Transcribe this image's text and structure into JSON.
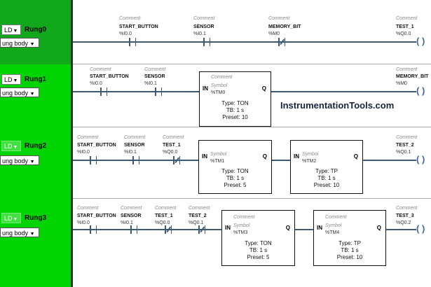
{
  "watermark": "InstrumentationTools.com",
  "comment": "Comment",
  "symbol": "Symbol",
  "in": "IN",
  "q": "Q",
  "coil": "( )",
  "rungs": [
    {
      "lang": "LD",
      "title": "Rung0",
      "body": "ung body",
      "contacts": [
        {
          "label": "START_BUTTON",
          "addr": "%I0.0"
        },
        {
          "label": "SENSOR",
          "addr": "%I0.1"
        },
        {
          "label": "MEMORY_BIT",
          "addr": "%M0"
        }
      ],
      "coil": {
        "label": "TEST_1",
        "addr": "%Q0.0"
      }
    },
    {
      "lang": "LD",
      "title": "Rung1",
      "body": "ung body",
      "contacts": [
        {
          "label": "START_BUTTON",
          "addr": "%I0.0"
        },
        {
          "label": "SENSOR",
          "addr": "%I0.1"
        }
      ],
      "blocks": [
        {
          "tm": "%TM0",
          "type": "Type: TON",
          "tb": "TB: 1 s",
          "preset": "Preset: 10"
        }
      ],
      "coil": {
        "label": "MEMORY_BIT",
        "addr": "%M0"
      }
    },
    {
      "lang": "LD",
      "title": "Rung2",
      "body": "ung body",
      "contacts": [
        {
          "label": "START_BUTTON",
          "addr": "%I0.0"
        },
        {
          "label": "SENSOR",
          "addr": "%I0.1"
        },
        {
          "label": "TEST_1",
          "addr": "%Q0.0"
        }
      ],
      "blocks": [
        {
          "tm": "%TM1",
          "type": "Type: TON",
          "tb": "TB: 1 s",
          "preset": "Preset: 5"
        },
        {
          "tm": "%TM2",
          "type": "Type: TP",
          "tb": "TB: 1 s",
          "preset": "Preset: 10"
        }
      ],
      "coil": {
        "label": "TEST_2",
        "addr": "%Q0.1"
      }
    },
    {
      "lang": "LD",
      "title": "Rung3",
      "body": "ung body",
      "contacts": [
        {
          "label": "START_BUTTON",
          "addr": "%I0.0"
        },
        {
          "label": "SENSOR",
          "addr": "%I0.1"
        },
        {
          "label": "TEST_1",
          "addr": "%Q0.0"
        },
        {
          "label": "TEST_2",
          "addr": "%Q0.1"
        }
      ],
      "blocks": [
        {
          "tm": "%TM3",
          "type": "Type: TON",
          "tb": "TB: 1 s",
          "preset": "Preset: 5"
        },
        {
          "tm": "%TM4",
          "type": "Type: TP",
          "tb": "TB: 1 s",
          "preset": "Preset: 10"
        }
      ],
      "coil": {
        "label": "TEST_3",
        "addr": "%Q0.2"
      }
    }
  ]
}
